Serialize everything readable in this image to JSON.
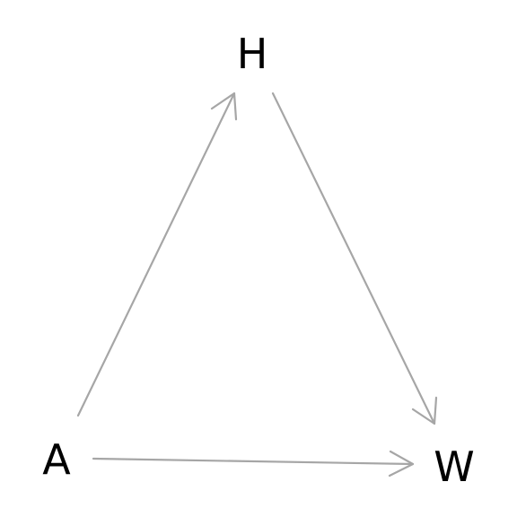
{
  "graph": {
    "nodes": [
      {
        "id": "H",
        "label": "H"
      },
      {
        "id": "A",
        "label": "A"
      },
      {
        "id": "W",
        "label": "W"
      }
    ],
    "edges": [
      {
        "from": "A",
        "to": "H"
      },
      {
        "from": "H",
        "to": "W"
      },
      {
        "from": "A",
        "to": "W"
      }
    ]
  },
  "colors": {
    "edge": "#a6a6a6",
    "label": "#000000",
    "background": "#ffffff"
  }
}
